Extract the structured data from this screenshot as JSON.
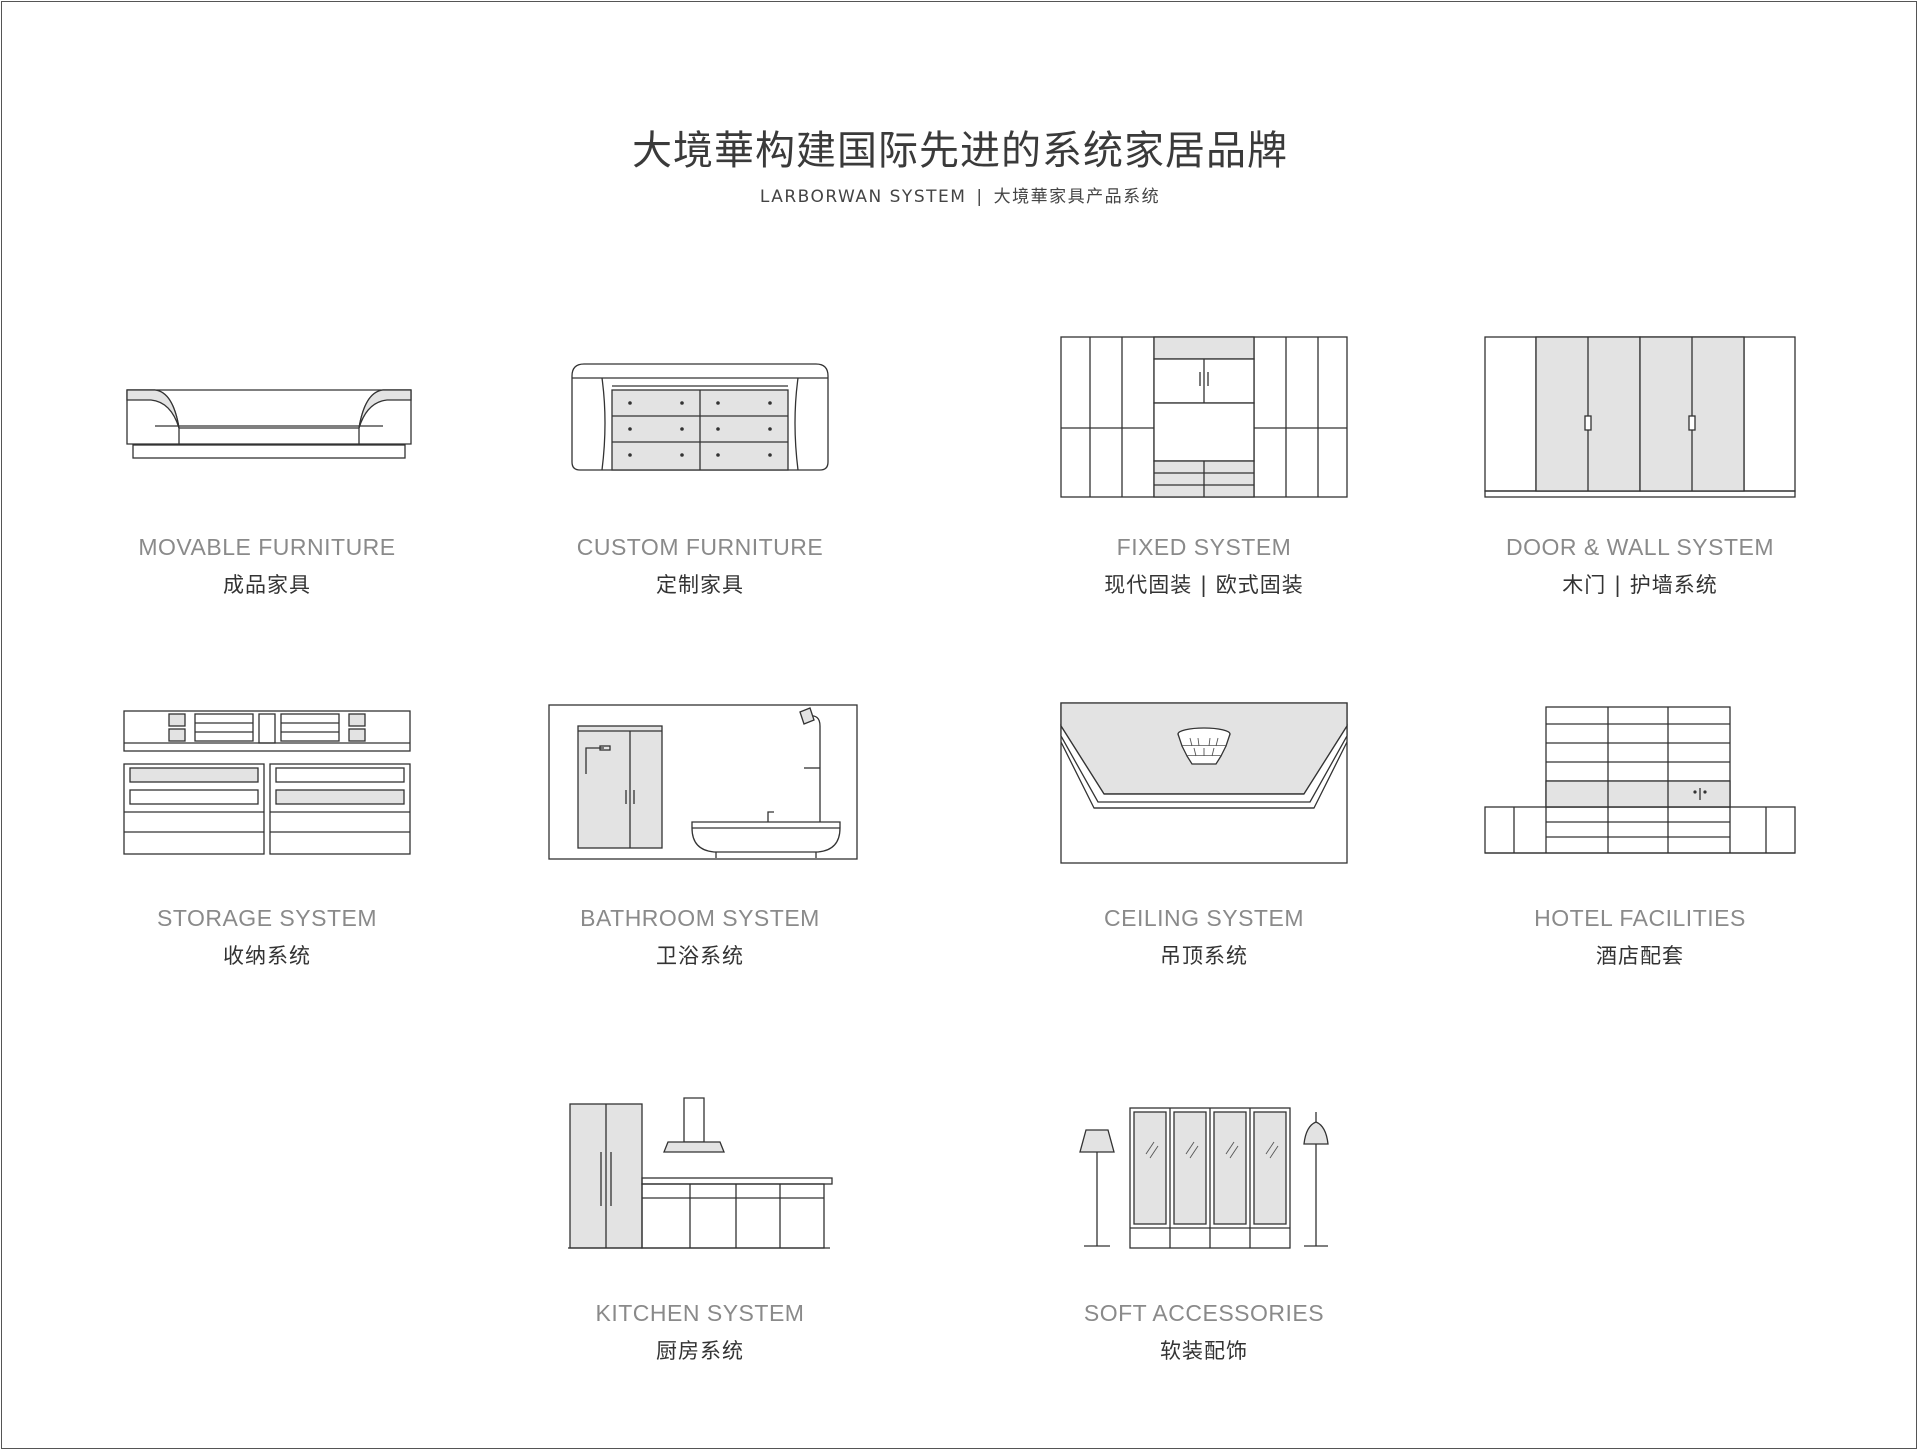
{
  "header": {
    "title": "大境華构建国际先进的系统家居品牌",
    "subtitle_en": "LARBORWAN SYSTEM",
    "subtitle_sep": "|",
    "subtitle_zh": "大境華家具产品系统"
  },
  "categories": [
    {
      "en": "MOVABLE FURNITURE",
      "zh": "成品家具",
      "icon": "sofa-icon"
    },
    {
      "en": "CUSTOM FURNITURE",
      "zh": "定制家具",
      "icon": "sideboard-icon"
    },
    {
      "en": "FIXED SYSTEM",
      "zh": "现代固装 | 欧式固装",
      "icon": "wall-cabinet-icon"
    },
    {
      "en": "DOOR & WALL SYSTEM",
      "zh": "木门 | 护墙系统",
      "icon": "door-wall-icon"
    },
    {
      "en": "STORAGE SYSTEM",
      "zh": "收纳系统",
      "icon": "storage-icon"
    },
    {
      "en": "BATHROOM SYSTEM",
      "zh": "卫浴系统",
      "icon": "bathroom-icon"
    },
    {
      "en": "CEILING SYSTEM",
      "zh": "吊顶系统",
      "icon": "ceiling-icon"
    },
    {
      "en": "HOTEL FACILITIES",
      "zh": "酒店配套",
      "icon": "hotel-icon"
    },
    {
      "en": "KITCHEN SYSTEM",
      "zh": "厨房系统",
      "icon": "kitchen-icon"
    },
    {
      "en": "SOFT ACCESSORIES",
      "zh": "软装配饰",
      "icon": "soft-accessories-icon"
    }
  ]
}
